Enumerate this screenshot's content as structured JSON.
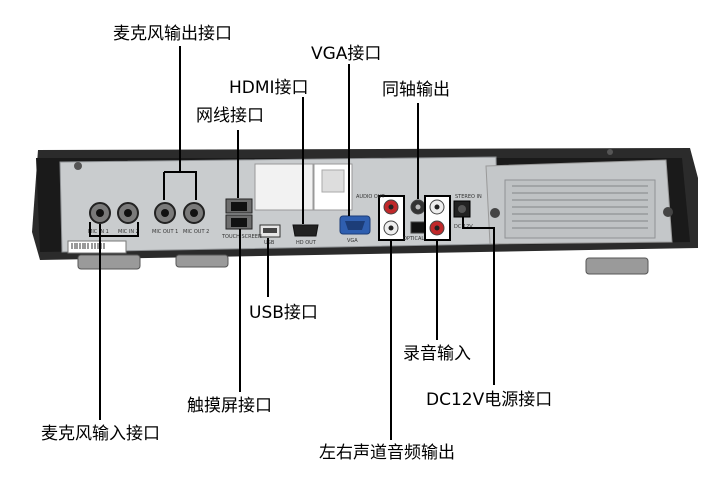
{
  "labels": {
    "mic_out": "麦克风输出接口",
    "vga": "VGA接口",
    "hdmi": "HDMI接口",
    "network": "网线接口",
    "coaxial": "同轴输出",
    "usb": "USB接口",
    "record_in": "录音输入",
    "touch_screen": "触摸屏接口",
    "dc_power": "DC12V电源接口",
    "mic_in": "麦克风输入接口",
    "lr_audio_out": "左右声道音频输出"
  },
  "panel_text": {
    "mic_in_1": "MIC IN 1",
    "mic_in_2": "MIC IN 2",
    "mic_out_1": "MIC OUT 1",
    "mic_out_2": "MIC OUT 2",
    "touch_screen": "TOUCH SCREEN",
    "usb": "USB",
    "hd_out": "HD OUT",
    "vga": "VGA",
    "audio_out": "AUDIO OUT",
    "optical": "OPTICAL",
    "stereo_in": "STEREO IN",
    "dc_12v": "DC 12V"
  },
  "colors": {
    "panel": "#c9ccce",
    "chassis": "#2a2a2a",
    "line": "#000000",
    "vga_port": "#2f5fb0",
    "rca_red": "#c0282a",
    "rca_white": "#eeeeee"
  }
}
